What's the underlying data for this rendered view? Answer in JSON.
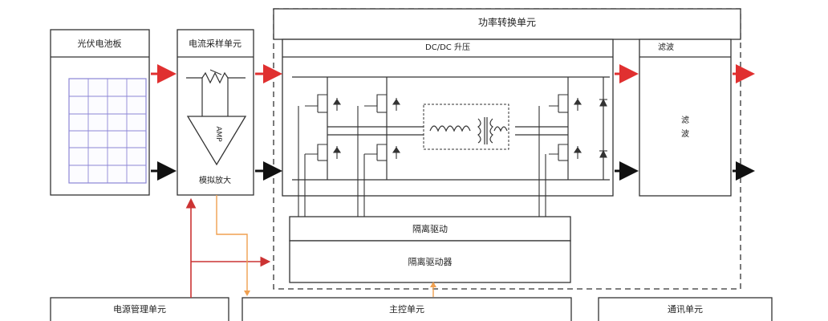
{
  "colors": {
    "line": "#2a2a2a",
    "red_arrow": "#e03030",
    "black_arrow": "#111111",
    "orange_line": "#f0a050",
    "power_line": "#cc3333",
    "grid": "#8c86d6"
  },
  "blocks": {
    "pv_panel": {
      "title": "光伏电池板"
    },
    "current_sampling": {
      "title": "电流采样单元",
      "amp_label": "AMP",
      "amp_caption": "模拟放大"
    },
    "power_conversion": {
      "title": "功率转换单元"
    },
    "dcdc": {
      "title": "DC/DC 升压"
    },
    "filter": {
      "title": "滤波",
      "body_top": "滤",
      "body_bottom": "波"
    },
    "isolation_top": {
      "label": "隔离驱动"
    },
    "isolation_bottom": {
      "label": "隔离驱动器"
    },
    "power_management": {
      "label": "电源管理单元"
    },
    "main_control": {
      "label": "主控单元"
    },
    "communication": {
      "label": "通讯单元"
    }
  }
}
